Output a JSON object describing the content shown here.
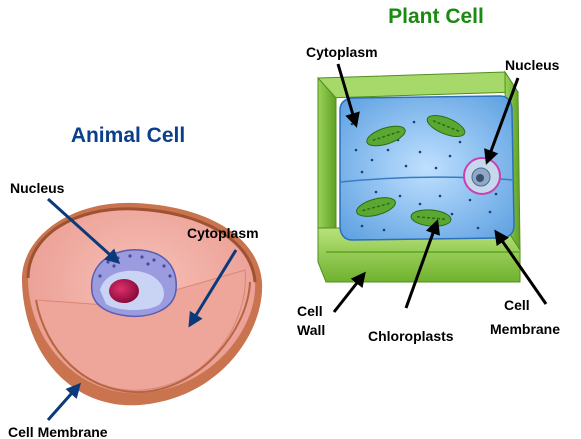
{
  "animal_cell": {
    "title": "Animal Cell",
    "labels": {
      "nucleus": "Nucleus",
      "cytoplasm": "Cytoplasm",
      "cell_membrane": "Cell Membrane"
    }
  },
  "plant_cell": {
    "title": "Plant Cell",
    "labels": {
      "cytoplasm": "Cytoplasm",
      "nucleus": "Nucleus",
      "cell_wall_line1": "Cell",
      "cell_wall_line2": "Wall",
      "chloroplasts": "Chloroplasts",
      "cell_membrane_line1": "Cell",
      "cell_membrane_line2": "Membrane"
    }
  },
  "colors": {
    "animal_title": "#0b3f8a",
    "plant_title": "#1a8a12",
    "animal_cytoplasm": "#f2a9a1",
    "animal_membrane": "#c9744e",
    "nucleus_envelope": "#8f8fd6",
    "nucleolus": "#b0124a",
    "plant_wall": "#8fcf4a",
    "plant_cytoplasm": "#7fb8ef",
    "chloroplast": "#5aa832",
    "arrow_blue": "#0a3a7a",
    "arrow_black": "#000000"
  }
}
